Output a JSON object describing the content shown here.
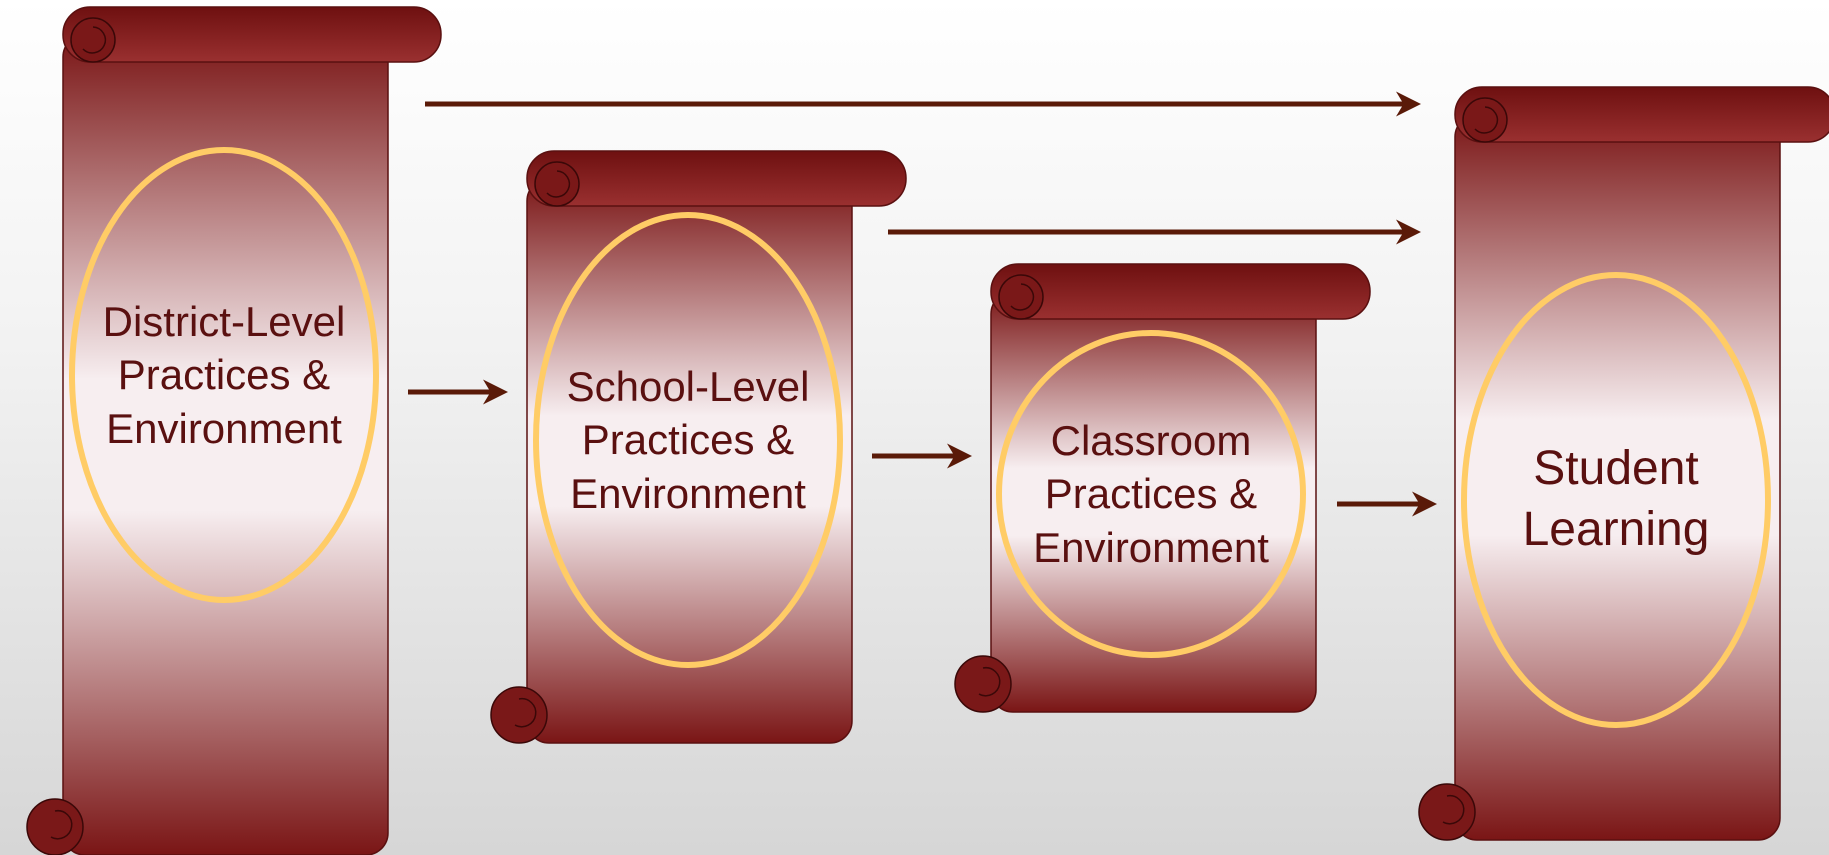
{
  "diagram": {
    "colors": {
      "scroll": "#7a1515",
      "scroll_light": "#f7eef0",
      "ellipse": "#ffcc66",
      "arrow": "#5a1a08",
      "text": "#5a1010"
    },
    "nodes": [
      {
        "id": "district",
        "lines": [
          "District-Level",
          "Practices &",
          "Environment"
        ]
      },
      {
        "id": "school",
        "lines": [
          "School-Level",
          "Practices &",
          "Environment"
        ]
      },
      {
        "id": "classroom",
        "lines": [
          "Classroom",
          "Practices &",
          "Environment"
        ]
      },
      {
        "id": "student",
        "lines": [
          "Student",
          "Learning"
        ]
      }
    ],
    "edges": [
      {
        "from": "district",
        "to": "school"
      },
      {
        "from": "school",
        "to": "classroom"
      },
      {
        "from": "classroom",
        "to": "student"
      },
      {
        "from": "district",
        "to": "student"
      },
      {
        "from": "school",
        "to": "student"
      }
    ]
  }
}
